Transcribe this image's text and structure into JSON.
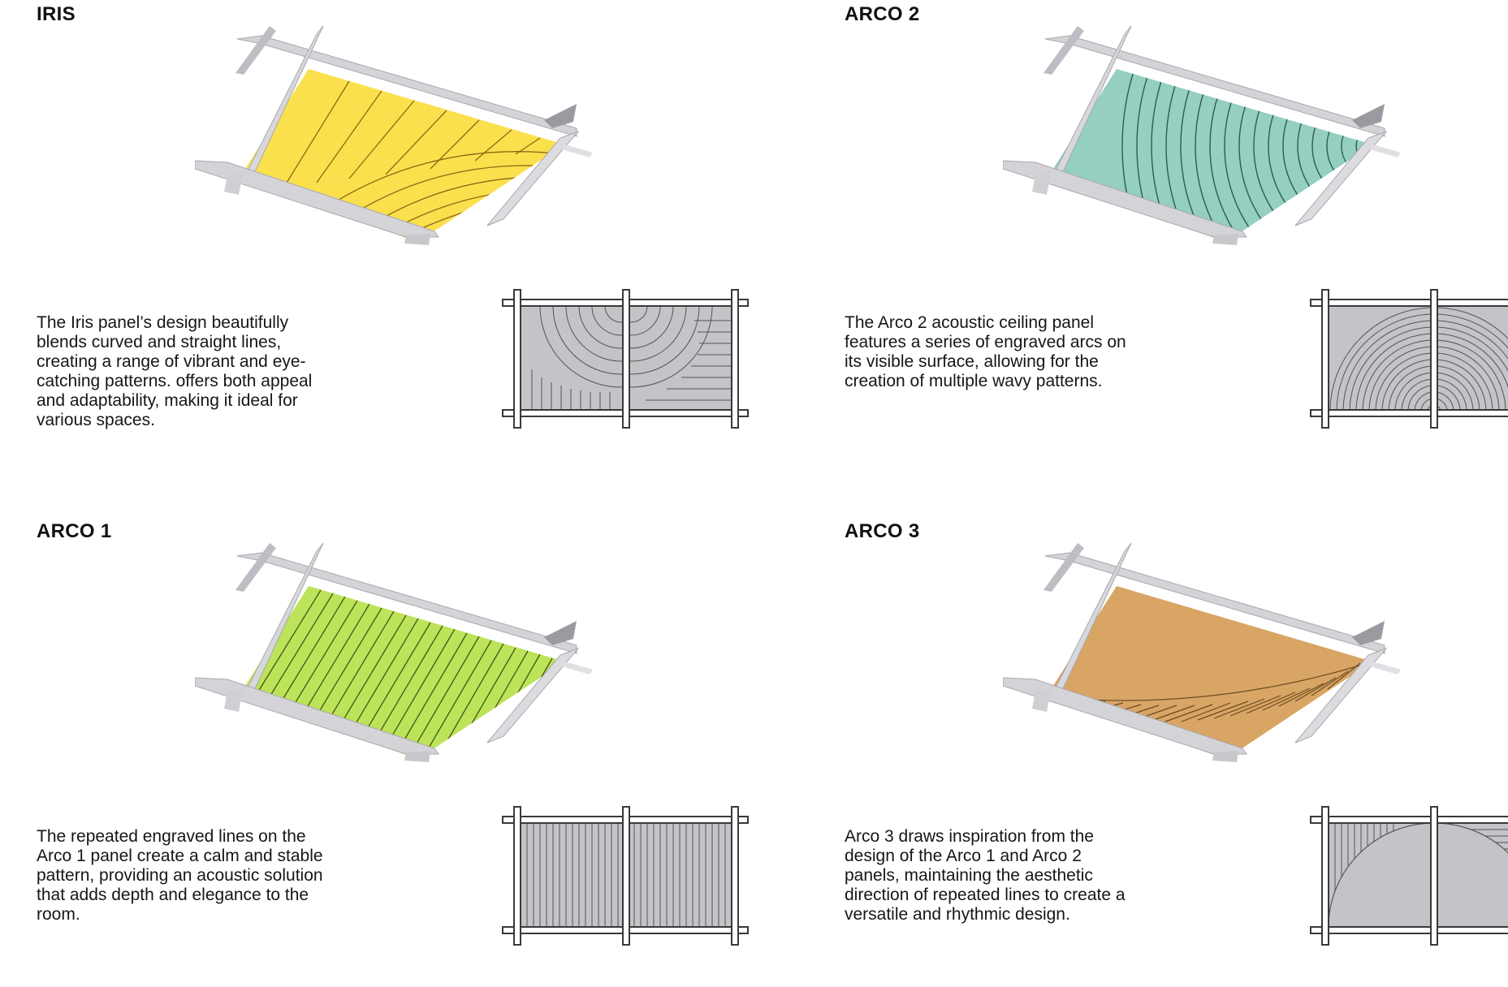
{
  "colors": {
    "iris": "#fbe04e",
    "arco2": "#94cfc1",
    "arco1": "#bde35a",
    "arco3": "#d8a565",
    "frame": "#d4d4d8",
    "plan_fill": "#c4c3c8"
  },
  "panels": [
    {
      "title": "IRIS",
      "description": "The Iris panel’s design beautifully blends curved and straight lines, creating a range of vibrant and eye-catching patterns. offers both appeal and adaptability, making it ideal for various spaces."
    },
    {
      "title": "ARCO 2",
      "description": "The Arco 2 acoustic ceiling panel features a series of engraved arcs on its visible surface, allowing for the creation of  multiple wavy patterns."
    },
    {
      "title": "ARCO 1",
      "description": "The repeated engraved lines on the Arco 1 panel create a calm and stable pattern, providing an acoustic solution that adds depth and elegance to the room."
    },
    {
      "title": "ARCO 3",
      "description": "Arco 3 draws inspiration from the design of the Arco 1 and Arco 2 panels, maintaining the aesthetic direction of repeated lines to create a versatile and rhythmic design."
    }
  ]
}
